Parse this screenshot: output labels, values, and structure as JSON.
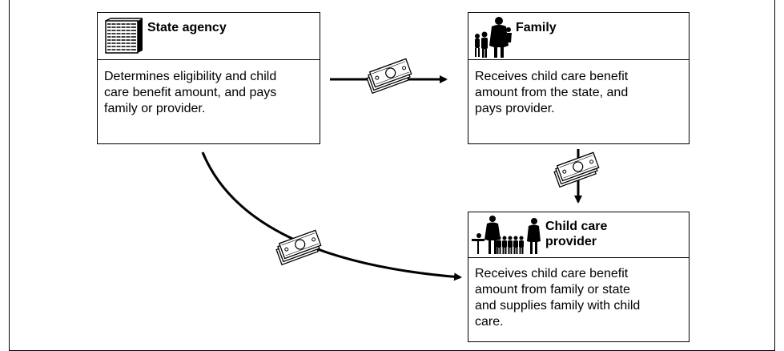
{
  "diagram": {
    "nodes": [
      {
        "id": "state",
        "title": "State agency",
        "description": "Determines eligibility and child care benefit amount, and pays family or provider.",
        "description_lines": [
          "Determines eligibility and child",
          "care benefit amount, and pays",
          "family or provider."
        ],
        "icon": "building-icon"
      },
      {
        "id": "family",
        "title": "Family",
        "description": "Receives child care benefit amount from the state, and pays provider.",
        "description_lines": [
          "Receives child care benefit",
          "amount from the state, and",
          "pays provider."
        ],
        "icon": "family-icon"
      },
      {
        "id": "provider",
        "title_lines": [
          "Child care",
          "provider"
        ],
        "description_lines": [
          "Receives child care benefit",
          "amount from family or state",
          "and supplies family with child",
          "care."
        ],
        "icon": "children-group-icon"
      }
    ],
    "edges": [
      {
        "from": "State agency",
        "to": "Family",
        "icon": "money-icon"
      },
      {
        "from": "Family",
        "to": "Child care provider",
        "icon": "money-icon"
      },
      {
        "from": "State agency",
        "to": "Child care provider",
        "icon": "money-icon"
      }
    ]
  }
}
